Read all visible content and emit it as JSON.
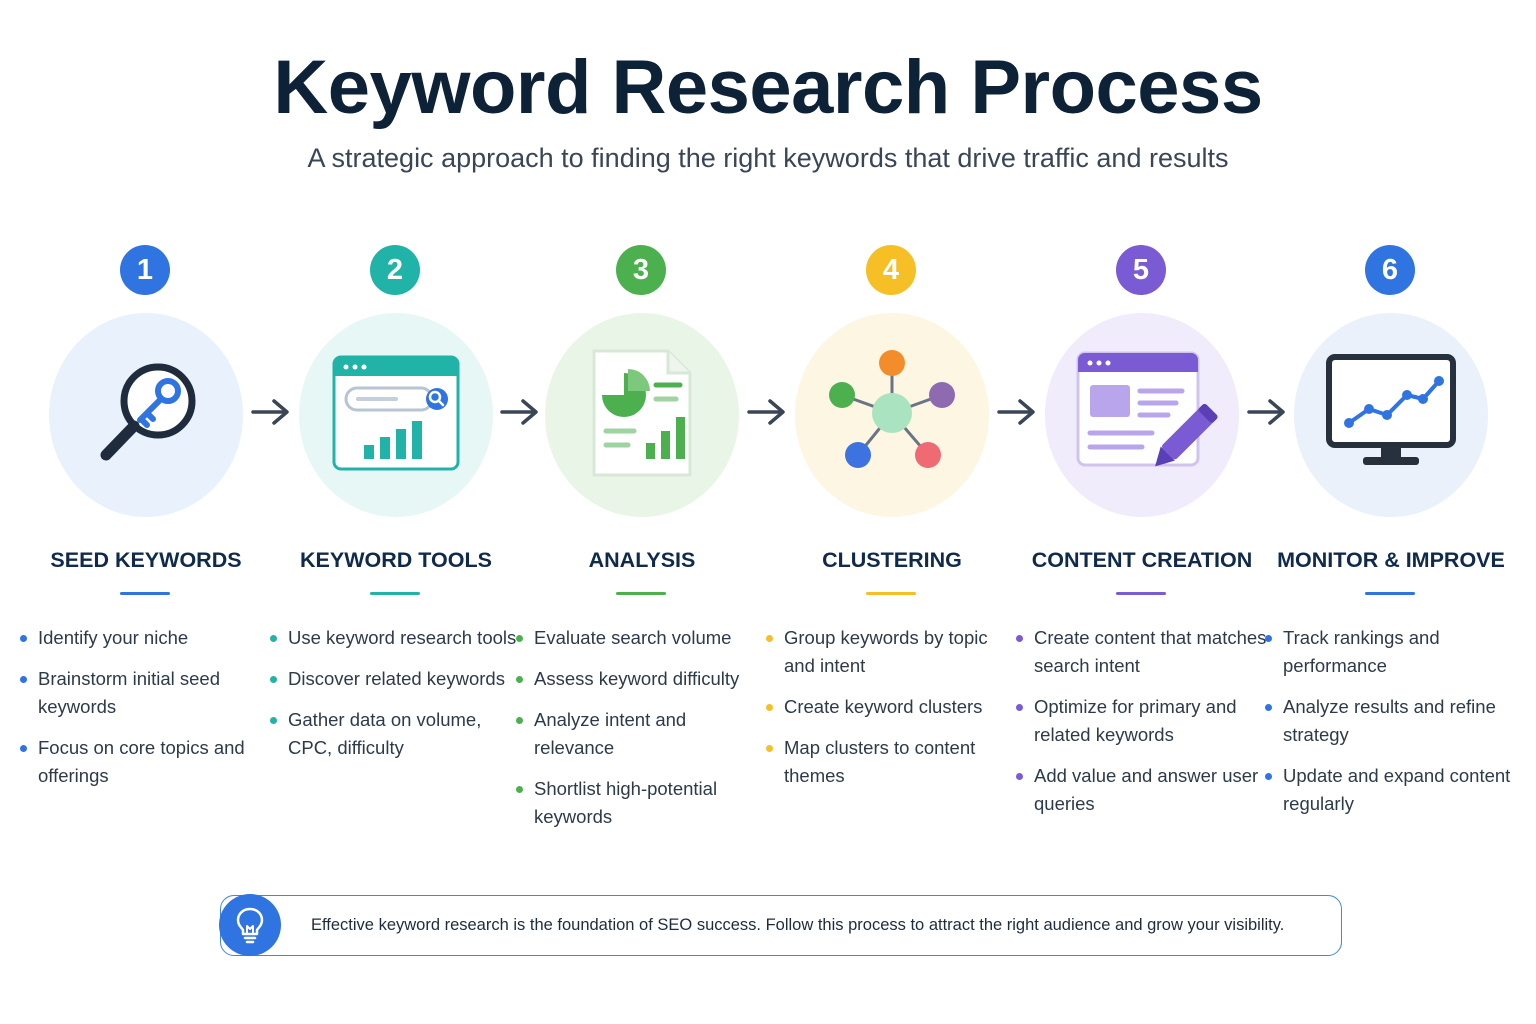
{
  "header": {
    "title": "Keyword Research Process",
    "subtitle": "A strategic approach to finding the right keywords that drive traffic and results"
  },
  "steps": [
    {
      "number": "1",
      "title": "SEED KEYWORDS",
      "icon": "magnifier-key-icon",
      "color": "#2f74e0",
      "tint": "#e9f1fd",
      "bullets": [
        "Identify your niche",
        "Brainstorm initial seed keywords",
        "Focus on core topics and offerings"
      ]
    },
    {
      "number": "2",
      "title": "KEYWORD TOOLS",
      "icon": "browser-search-chart-icon",
      "color": "#22b3a8",
      "tint": "#e6f7f5",
      "bullets": [
        "Use keyword research tools",
        "Discover related keywords",
        "Gather data on volume, CPC, difficulty"
      ]
    },
    {
      "number": "3",
      "title": "ANALYSIS",
      "icon": "report-document-icon",
      "color": "#4cb04f",
      "tint": "#e9f6e7",
      "bullets": [
        "Evaluate search volume",
        "Assess keyword difficulty",
        "Analyze intent and relevance",
        "Shortlist high-potential keywords"
      ]
    },
    {
      "number": "4",
      "title": "CLUSTERING",
      "icon": "cluster-network-icon",
      "color": "#f6bf26",
      "tint": "#fdf6e3",
      "bullets": [
        "Group keywords by topic and intent",
        "Create keyword clusters",
        "Map clusters to content themes"
      ]
    },
    {
      "number": "5",
      "title": "CONTENT CREATION",
      "icon": "content-editor-pencil-icon",
      "color": "#7b5bd4",
      "tint": "#f0ecfb",
      "bullets": [
        "Create content that matches search intent",
        "Optimize for primary and related keywords",
        "Add value and answer user queries"
      ]
    },
    {
      "number": "6",
      "title": "MONITOR & IMPROVE",
      "icon": "monitor-trend-icon",
      "color": "#2f74e0",
      "tint": "#eaf1fb",
      "bullets": [
        "Track rankings and performance",
        "Analyze results and refine strategy",
        "Update and expand content regularly"
      ]
    }
  ],
  "arrow_icon": "arrow-right-icon",
  "footer": {
    "icon": "lightbulb-icon",
    "text": "Effective keyword research is the foundation of SEO success. Follow this process to attract the right audience and grow your visibility."
  }
}
